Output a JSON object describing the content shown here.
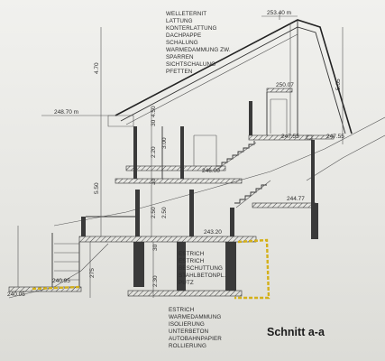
{
  "title": "Schnitt a-a",
  "roof_layers": [
    "WELLETERNIT",
    "LATTUNG",
    "KONTERLATTUNG",
    "DACHPAPPE",
    "SCHALUNG",
    "WARMEDAMMUNG ZW.",
    "SPARREN",
    "SICHTSCHALUNG",
    "PFETTEN"
  ],
  "floor_layers": [
    "ESTRICH",
    "ESTRICH",
    "BESCHUTTUNG",
    "STAHLBETONPL.",
    "PUTZ"
  ],
  "base_layers": [
    "ESTRICH",
    "WARMEDAMMUNG",
    "ISOLIERUNG",
    "UNTERBETON",
    "AUTOBAHNPAPIER",
    "ROLLIERUNG"
  ],
  "levels": {
    "ridge": "253.40 m",
    "eave": "248.70 m",
    "upper_floor": "250.07",
    "gallery": "247.55",
    "terrace_right": "247.55",
    "mid_floor": "246.00",
    "stair_landing": "244.77",
    "ground_floor": "243.20",
    "basement_left": "240.05",
    "basement": "240.95"
  },
  "dimensions": {
    "roof_height": "4.70",
    "total_height": "5.50",
    "right_height": "5.05",
    "d1": "3.00",
    "d2": "2.20",
    "d3": "30",
    "d4": "4.50",
    "d5": "2.50",
    "d6": "30",
    "d7": "2.50",
    "d8": "30",
    "d9": "2.30",
    "d10": "275"
  }
}
